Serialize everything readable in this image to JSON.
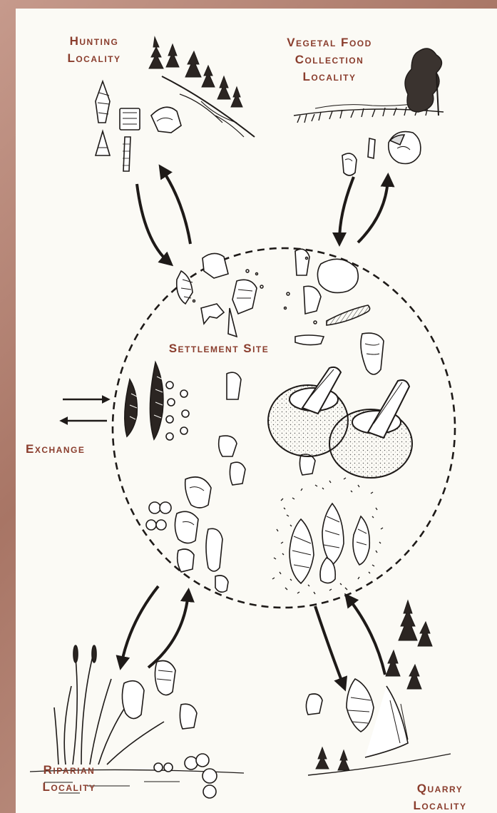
{
  "labels": {
    "hunting": [
      "Hunting",
      "Locality"
    ],
    "vegetal": [
      "Vegetal Food",
      "Collection",
      "Locality"
    ],
    "settlement": "Settlement Site",
    "exchange": "Exchange",
    "riparian": [
      "Riparian",
      "Locality"
    ],
    "quarry": [
      "Quarry",
      "Locality"
    ]
  },
  "colors": {
    "border": "#b0806f",
    "label": "#8a3d2d",
    "ink": "#1e1a18",
    "paper": "#fbfaf5"
  }
}
